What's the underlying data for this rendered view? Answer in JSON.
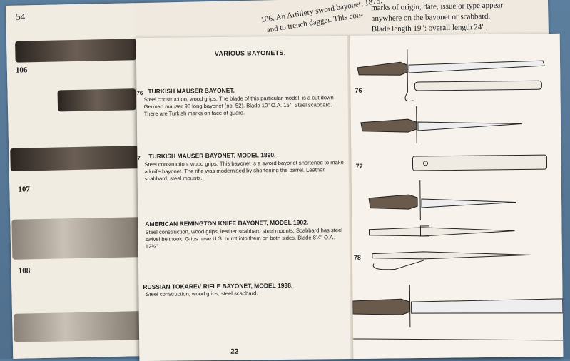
{
  "back_book": {
    "page_number": "54",
    "figures": [
      {
        "label": "106"
      },
      {
        "label": "107"
      },
      {
        "label": "108"
      }
    ],
    "right_text": [
      "106. An Artillery sword bayonet, 1875,",
      "and to trench dagger. This con-",
      "marks of origin, date, issue or type appear",
      "anywhere on the bayonet or scabbard.",
      "Blade length 19\": overall length 24\"."
    ]
  },
  "front_book": {
    "heading": "VARIOUS BAYONETS.",
    "entries": [
      {
        "number": "76",
        "title": "TURKISH MAUSER BAYONET.",
        "body": "Steel construction, wood grips. The blade of this particular model, is a cut down German mauser 98 long bayonet (no. 52). Blade 10\" O.A. 15\". Steel scabbard. There are Turkish marks on face of guard."
      },
      {
        "number": "7",
        "title": "TURKISH MAUSER BAYONET, MODEL 1890.",
        "body": "Steel construction, wood grips. This bayonet is a sword bayonet shortened to make a knife bayonet. The rifle was modernised by shortening the barrel. Leather scabbard, steel mounts."
      },
      {
        "number": "",
        "title": "AMERICAN REMINGTON KNIFE BAYONET, MODEL 1902.",
        "body": "Steel construction, wood grips, leather scabbard steel mounts. Scabbard has steel swivel belthook. Grips have U.S. burnt into them on both sides. Blade 8¼\" O.A. 12¾\"."
      },
      {
        "number": "",
        "title": "RUSSIAN TOKAREV RIFLE BAYONET, MODEL 1938.",
        "body": "Steel construction, wood grips, steel scabbard."
      }
    ],
    "page_footer": "22",
    "right_labels": [
      "76",
      "77",
      "78"
    ]
  }
}
